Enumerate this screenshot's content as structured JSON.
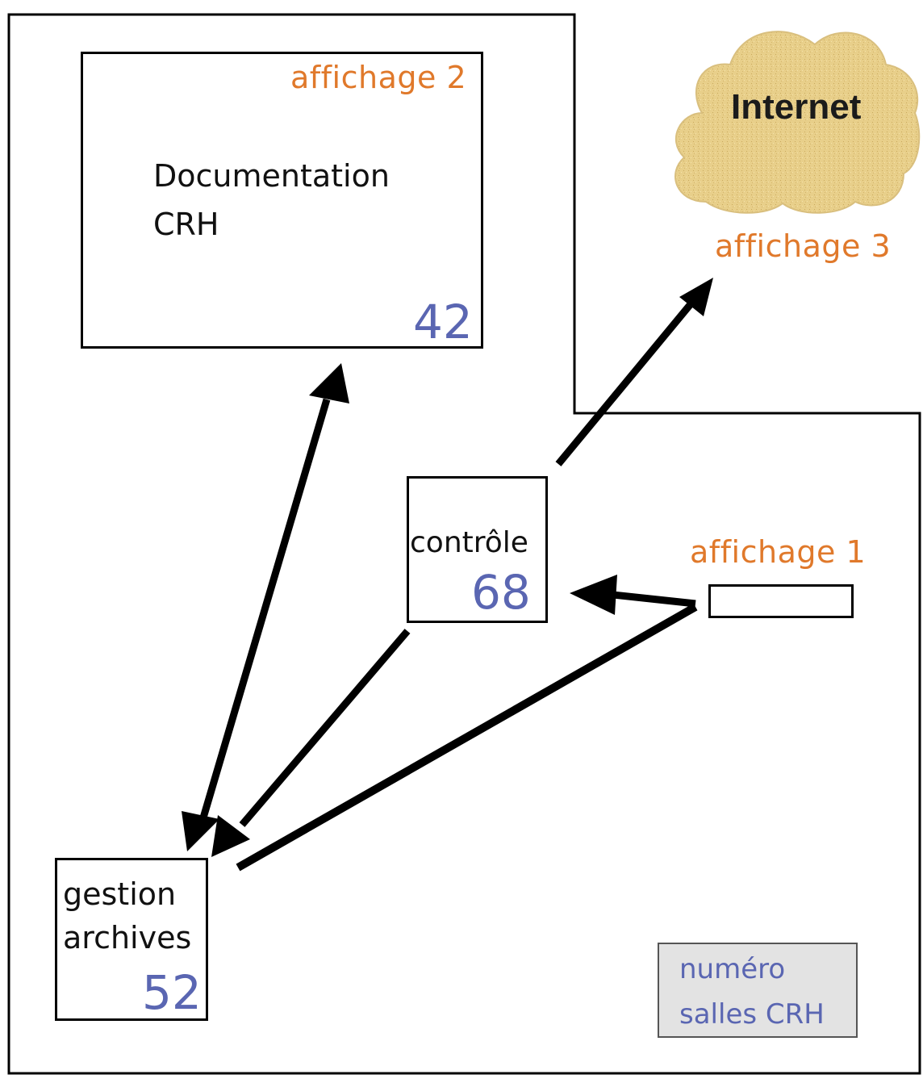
{
  "cloud": {
    "label": "Internet"
  },
  "labels": {
    "affichage_2": "affichage 2",
    "affichage_3": "affichage 3",
    "affichage_1": "affichage 1"
  },
  "rooms": {
    "documentation": {
      "line1": "Documentation",
      "line2": "CRH",
      "number": "42"
    },
    "controle": {
      "label": "contrôle",
      "number": "68"
    },
    "gestion": {
      "line1": "gestion",
      "line2": "archives",
      "number": "52"
    }
  },
  "legend": {
    "line1": "numéro",
    "line2": "salles CRH"
  },
  "colors": {
    "orange_label": "#e0792b",
    "room_number": "#5a66b2",
    "cloud_fill": "#e8cf8a",
    "legend_bg": "#e3e3e3"
  }
}
